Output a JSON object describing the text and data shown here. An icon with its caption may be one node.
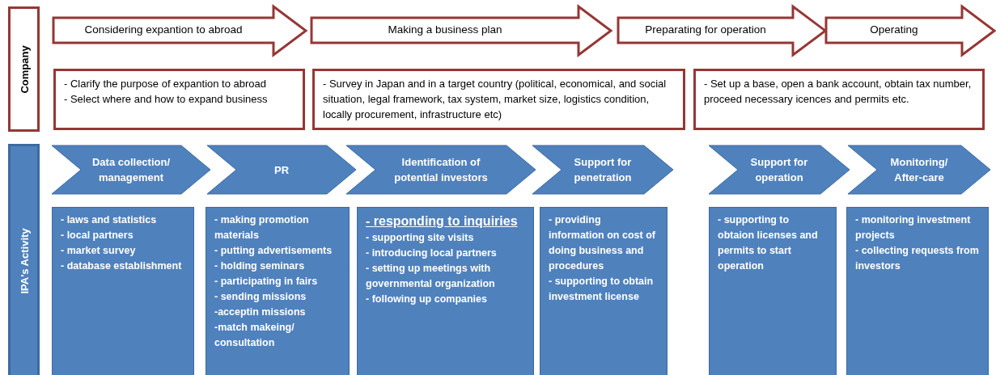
{
  "diagram": {
    "nodes": [
      {
        "text": [
          "Company"
        ]
      },
      {
        "text": [
          "Considering expantion to abroad"
        ]
      },
      {
        "text": [
          "Making a business plan"
        ]
      },
      {
        "text": [
          "Preparating for operation"
        ]
      },
      {
        "text": [
          "Operating"
        ]
      },
      {
        "text": [
          "- Clarify the purpose of expantion to abroad",
          "- Select where and how to expand business"
        ]
      },
      {
        "text": [
          "- Survey in Japan and in a target country (political, economical, and social situation, legal framework, tax system, market size, logistics condition, locally procurement, infrastructure etc)"
        ]
      },
      {
        "text": [
          "- Set up a base, open a bank account, obtain tax number, proceed necessary icences and permits etc."
        ]
      },
      {
        "text": [
          "IPA's Activity"
        ]
      },
      {
        "text": [
          "Data collection/ management"
        ]
      },
      {
        "text": [
          "PR"
        ]
      },
      {
        "text": [
          "Identification of potential investors"
        ]
      },
      {
        "text": [
          "Support for penetration"
        ]
      },
      {
        "text": [
          "Support for operation"
        ]
      },
      {
        "text": [
          "Monitoring/ After-care"
        ]
      },
      {
        "text": [
          "- laws and statistics",
          "- local partners",
          "- market survey",
          "- database establishment"
        ]
      },
      {
        "text": [
          "- making promotion materials",
          "- putting advertisements",
          "- holding seminars",
          "- participating in fairs",
          "- sending missions",
          "-acceptin missions",
          "-match makeing/ consultation"
        ]
      },
      {
        "text": [
          "- responding to inquiries",
          "- supporting site visits",
          "- introducing local partners",
          "- setting up meetings with governmental organization",
          "- following up companies"
        ]
      },
      {
        "text": [
          "- providing information on cost of doing business and procedures",
          "- supporting to obtain investment license"
        ]
      },
      {
        "text": [
          "- supporting to obtaion licenses and permits to start operation"
        ]
      },
      {
        "text": [
          "- monitoring investment projects",
          "- collecting requests from investors"
        ]
      }
    ],
    "edges": []
  }
}
